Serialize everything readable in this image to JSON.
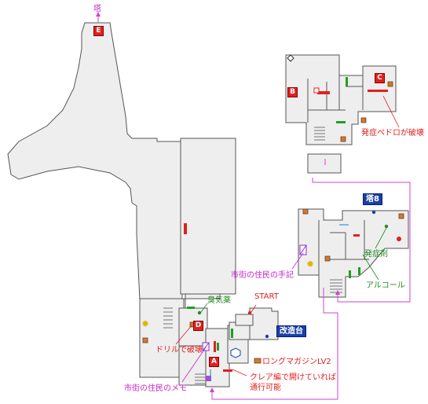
{
  "markers": {
    "E": "E",
    "B": "B",
    "C": "C",
    "D": "D",
    "A": "A",
    "tower_top": "塔",
    "tower8": "塔8",
    "goal_tower": "改造台"
  },
  "labels": {
    "start": "START",
    "hatsusho_pedro": "発症ペドロが破壊",
    "citizen_note": "市街の住民の手記",
    "hatsusho_agent": "発症剤",
    "alcohol": "アルコール",
    "shuki_yaku": "臭気薬",
    "drill_break": "ドリルで破壊",
    "citizen_memo": "市街の住民のメモ",
    "long_magazine": "ロングマガジンLV2",
    "crane_line1": "クレア編で開けていれば",
    "crane_line2": "通行可能"
  },
  "colors": {
    "room_fill": "#eeeeee",
    "wall": "#555555",
    "door_red": "#e0211f",
    "door_green": "#1fa020",
    "link_magenta": "#d63fd6",
    "item_brown": "#c97a3a",
    "marker_blue": "#1b3fa8"
  }
}
